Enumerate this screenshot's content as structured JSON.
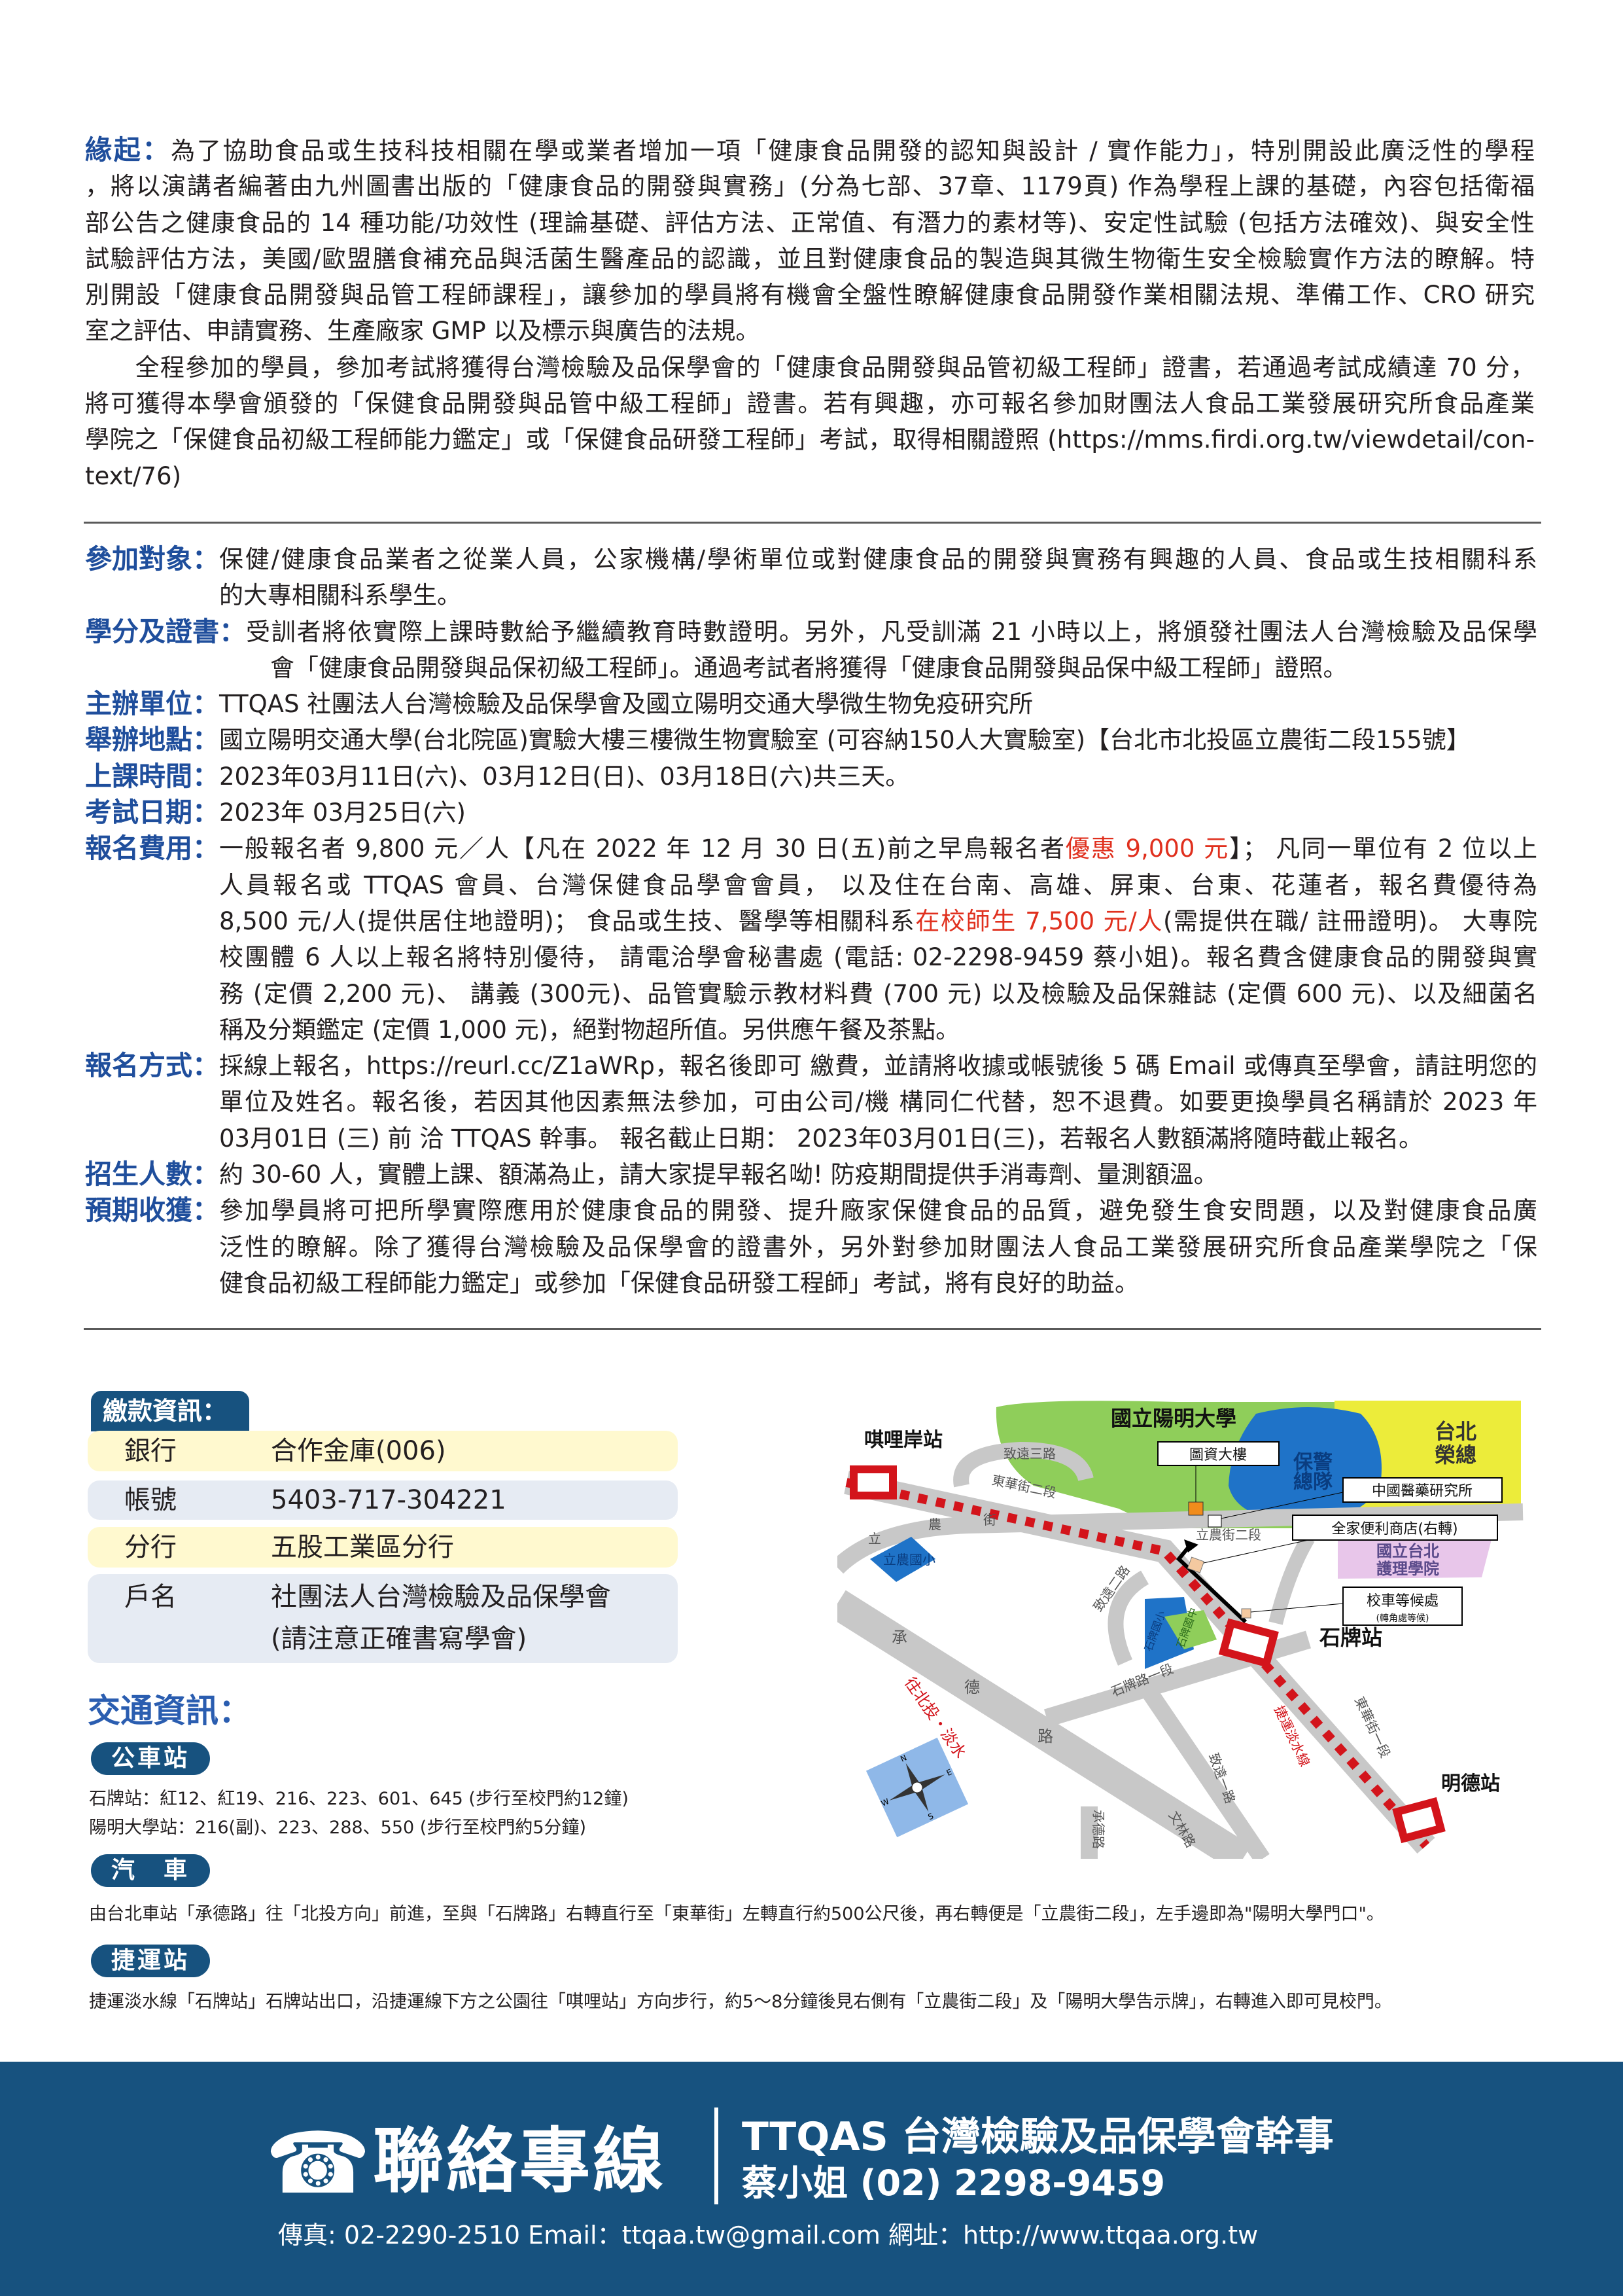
{
  "intro": {
    "lines": [
      [
        {
          "t": "緣起：",
          "c": "lbl"
        },
        {
          "t": "為了協助食品或生技科技相關在學或業者增加一項「健康食品開發的認知與設計 / 實作能力」，特別開設此廣泛性的學程"
        }
      ],
      [
        {
          "t": "，將以演講者編著由九州圖書出版的「健康食品的開發與實務」(分為七部、37章、1179頁) 作為學程上課的基礎，內容包括衛福"
        }
      ],
      [
        {
          "t": "部公告之健康食品的 14 種功能/功效性 (理論基礎、評估方法、正常值、有潛力的素材等)、安定性試驗 (包括方法確效)、與安全性"
        }
      ],
      [
        {
          "t": "試驗評估方法，美國/歐盟膳食補充品與活菌生醫產品的認識，並且對健康食品的製造與其微生物衛生安全檢驗實作方法的瞭解。特"
        }
      ],
      [
        {
          "t": "別開設「健康食品開發與品管工程師課程」，讓參加的學員將有機會全盤性瞭解健康食品開發作業相關法規、準備工作、CRO 研究"
        }
      ],
      [
        {
          "t": "室之評估、申請實務、生產廠家 GMP 以及標示與廣告的法規。"
        }
      ],
      [
        {
          "t": "　　全程參加的學員，參加考試將獲得台灣檢驗及品保學會的「健康食品開發與品管初級工程師」證書，若通過考試成績達 70 分，"
        }
      ],
      [
        {
          "t": "將可獲得本學會頒發的「保健食品開發與品管中級工程師」證書。若有興趣，亦可報名參加財團法人食品工業發展研究所食品產業"
        }
      ],
      [
        {
          "t": "學院之「保健食品初級工程師能力鑑定」或「保健食品研發工程師」考試，取得相關證照 (https://mms.firdi.org.tw/viewdetail/con-"
        }
      ],
      [
        {
          "t": "text/76)"
        }
      ]
    ],
    "justify_last": [
      0,
      1,
      2,
      3,
      4,
      6,
      7,
      8
    ]
  },
  "sections": [
    {
      "label": "參加對象：",
      "lines": [
        [
          {
            "t": "保健/健康食品業者之從業人員，公家機構/學術單位或對健康食品的開發與實務有興趣的人員、食品或生技相關科系"
          }
        ],
        [
          {
            "t": "的大專相關科系學生。"
          }
        ]
      ]
    },
    {
      "label": "學分及證書：",
      "lines": [
        [
          {
            "t": "受訓者將依實際上課時數給予繼續教育時數證明。另外，凡受訓滿 21 小時以上，將頒發社團法人台灣檢驗及品保學"
          }
        ],
        [
          {
            "t": "　會「健康食品開發與品保初級工程師」。通過考試者將獲得「健康食品開發與品保中級工程師」證照。"
          }
        ]
      ]
    },
    {
      "label": "主辦單位：",
      "lines": [
        [
          {
            "t": "TTQAS 社團法人台灣檢驗及品保學會及國立陽明交通大學微生物免疫研究所"
          }
        ]
      ]
    },
    {
      "label": "舉辦地點：",
      "lines": [
        [
          {
            "t": "國立陽明交通大學(台北院區)實驗大樓三樓微生物實驗室 (可容納150人大實驗室)【台北市北投區立農街二段155號】"
          }
        ]
      ]
    },
    {
      "label": "上課時間：",
      "lines": [
        [
          {
            "t": "2023年03月11日(六)、03月12日(日)、03月18日(六)共三天。"
          }
        ]
      ]
    },
    {
      "label": "考試日期：",
      "lines": [
        [
          {
            "t": "2023年 03月25日(六)"
          }
        ]
      ]
    },
    {
      "label": "報名費用：",
      "lines": [
        [
          {
            "t": "一般報名者 9,800 元／人【凡在 2022 年 12 月 30 日(五)前之早鳥報名者"
          },
          {
            "t": "優惠 9,000 元",
            "c": "red"
          },
          {
            "t": "】； 凡同一單位有 2 位以上"
          }
        ],
        [
          {
            "t": "人員報名或 TTQAS 會員、台灣保健食品學會會員， 以及住在台南、高雄、屏東、台東、花蓮者，報名費優待為"
          }
        ],
        [
          {
            "t": "8,500 元/人(提供居住地證明)；  食品或生技、醫學等相關科系"
          },
          {
            "t": "在校師生 7,500 元/人",
            "c": "red"
          },
          {
            "t": "(需提供在職/ 註冊證明)。 大專院"
          }
        ],
        [
          {
            "t": "校團體 6 人以上報名將特別優待， 請電洽學會秘書處 (電話: 02-2298-9459 蔡小姐)。報名費含健康食品的開發與實"
          }
        ],
        [
          {
            "t": "務 (定價 2,200 元)、 講義 (300元)、品管實驗示教材料費 (700 元) 以及檢驗及品保雜誌 (定價 600 元)、以及細菌名"
          }
        ],
        [
          {
            "t": "稱及分類鑑定 (定價 1,000 元)，絕對物超所值。另供應午餐及茶點。"
          }
        ]
      ]
    },
    {
      "label": "報名方式：",
      "lines": [
        [
          {
            "t": "採線上報名，https://reurl.cc/Z1aWRp，報名後即可 繳費，並請將收據或帳號後 5 碼 Email 或傳真至學會，請註明您的"
          }
        ],
        [
          {
            "t": "單位及姓名。報名後，若因其他因素無法參加，可由公司/機 構同仁代替，恕不退費。如要更換學員名稱請於 2023 年"
          }
        ],
        [
          {
            "t": "03月01日 (三) 前 洽 TTQAS 幹事。 報名截止日期： 2023年03月01日(三)，若報名人數額滿將隨時截止報名。"
          }
        ]
      ]
    },
    {
      "label": "招生人數：",
      "lines": [
        [
          {
            "t": "約 30-60 人，實體上課、額滿為止，請大家提早報名呦! 防疫期間提供手消毒劑、量測額溫。"
          }
        ]
      ]
    },
    {
      "label": "預期收獲：",
      "lines": [
        [
          {
            "t": "參加學員將可把所學實際應用於健康食品的開發、提升廠家保健食品的品質，避免發生食安問題，以及對健康食品廣"
          }
        ],
        [
          {
            "t": "泛性的瞭解。除了獲得台灣檢驗及品保學會的證書外，另外對參加財團法人食品工業發展研究所食品產業學院之「保"
          }
        ],
        [
          {
            "t": "健食品初級工程師能力鑑定」或參加「保健食品研發工程師」考試，將有良好的助益。"
          }
        ]
      ]
    }
  ],
  "payment": {
    "title": "繳款資訊：",
    "rows": [
      {
        "key": "銀行",
        "value": "合作金庫(006)"
      },
      {
        "key": "帳號",
        "value": "5403-717-304221"
      },
      {
        "key": "分行",
        "value": "五股工業區分行"
      },
      {
        "key": "戶名",
        "value": "社團法人台灣檢驗及品保學會",
        "note": "(請注意正確書寫學會)"
      }
    ]
  },
  "transit": {
    "title": "交通資訊：",
    "bus": {
      "label": "公車站",
      "lines": [
        "石牌站：紅12、紅19、216、223、601、645 (步行至校門約12鐘)",
        "陽明大學站：216(副)、223、288、550 (步行至校門約5分鐘)"
      ]
    },
    "car": {
      "label": "汽　車",
      "text": "由台北車站「承德路」往「北投方向」前進，至與「石牌路」右轉直行至「東華街」左轉直行約500公尺後，再右轉便是「立農街二段」，左手邊即為\"陽明大學門口\"。"
    },
    "mrt": {
      "label": "捷運站",
      "text": "捷運淡水線「石牌站」石牌站出口，沿捷運線下方之公園往「唭哩站」方向步行，約5～8分鐘後見右側有「立農街二段」及「陽明大學告示牌」，右轉進入即可見校門。"
    }
  },
  "map": {
    "university": "國立陽明大學",
    "vgh": [
      "台北",
      "榮總"
    ],
    "police": [
      "保警",
      "總隊"
    ],
    "library": "圖資大樓",
    "institute": "中國醫藥研究所",
    "store": "全家便利商店(右轉)",
    "nursing": [
      "國立台北",
      "護理學院"
    ],
    "bus_stop": "校車等候處",
    "bus_stop_note": "(轉角處等候)",
    "stations": {
      "qilian": "唭哩岸站",
      "shipai": "石牌站",
      "mingde": "明德站"
    },
    "roads": {
      "zhiyuan3": "致遠三路",
      "donghua2": "東華街二段",
      "linong": [
        "立",
        "農",
        "街"
      ],
      "linong_school": "立農國小",
      "linong2": "立農街二段",
      "zhiyuan2": "致遠二路",
      "shipai_elem": "石牌國小",
      "shipai_jr": "石牌國中",
      "shipai_rd": "石牌路一段",
      "chengde": [
        "承",
        "德",
        "路"
      ],
      "to_beitou": "往北投・淡水",
      "mrt_line": "捷運淡水線",
      "donghua1": "東華街一段",
      "zhiyuan1": "致遠一路",
      "chengde2": "承德路",
      "wenlin": "文林路"
    },
    "compass": [
      "N",
      "E",
      "S",
      "W"
    ]
  },
  "footer": {
    "hotline": "聯絡專線",
    "org": "TTQAS 台灣檢驗及品保學會幹事",
    "contact": "蔡小姐 (02) 2298-9459",
    "info": "傳真: 02-2290-2510  Email：ttqaa.tw@gmail.com 網址：http://www.ttqaa.org.tw"
  },
  "colors": {
    "brand": "#17527f",
    "label": "#1f4e9c",
    "highlight": "#e0301e"
  }
}
